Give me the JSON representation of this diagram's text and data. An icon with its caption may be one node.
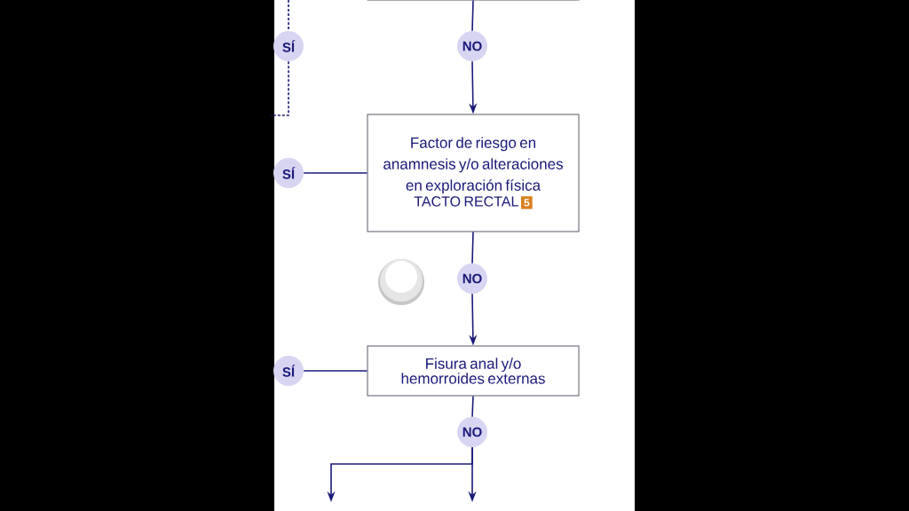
{
  "diagram": {
    "nodes": [
      {
        "text": [],
        "shape": "box"
      },
      {
        "text": [
          "SÍ"
        ]
      },
      {
        "text": [
          "NO"
        ]
      },
      {
        "text": [
          "Factor de riesgo en anamnesis y/o alteraciones en exploración física",
          "TACTO RECTAL",
          "5"
        ]
      },
      {
        "text": [
          "SÍ"
        ]
      },
      {
        "text": [
          "NO"
        ]
      },
      {
        "text": [
          "Fisura anal y/o hemorroides externas"
        ]
      },
      {
        "text": [
          "SÍ"
        ]
      },
      {
        "text": [
          "NO"
        ]
      }
    ],
    "edges": [
      {
        "from": 0,
        "to": 2,
        "arrow": "none"
      },
      {
        "from": null,
        "to": 1,
        "arrow": "none",
        "style": "dashed"
      },
      {
        "from": 1,
        "to": null,
        "arrow": "none",
        "style": "dashed"
      },
      {
        "from": 2,
        "to": 3,
        "arrow": "to"
      },
      {
        "from": 3,
        "to": 4,
        "arrow": "none"
      },
      {
        "from": 3,
        "to": 5,
        "arrow": "none"
      },
      {
        "from": 5,
        "to": 6,
        "arrow": "to"
      },
      {
        "from": 6,
        "to": 7,
        "arrow": "none"
      },
      {
        "from": 6,
        "to": 8,
        "arrow": "none"
      },
      {
        "from": 8,
        "to": null,
        "arrow": "to"
      },
      {
        "from": 8,
        "to": null,
        "arrow": "to"
      }
    ]
  }
}
